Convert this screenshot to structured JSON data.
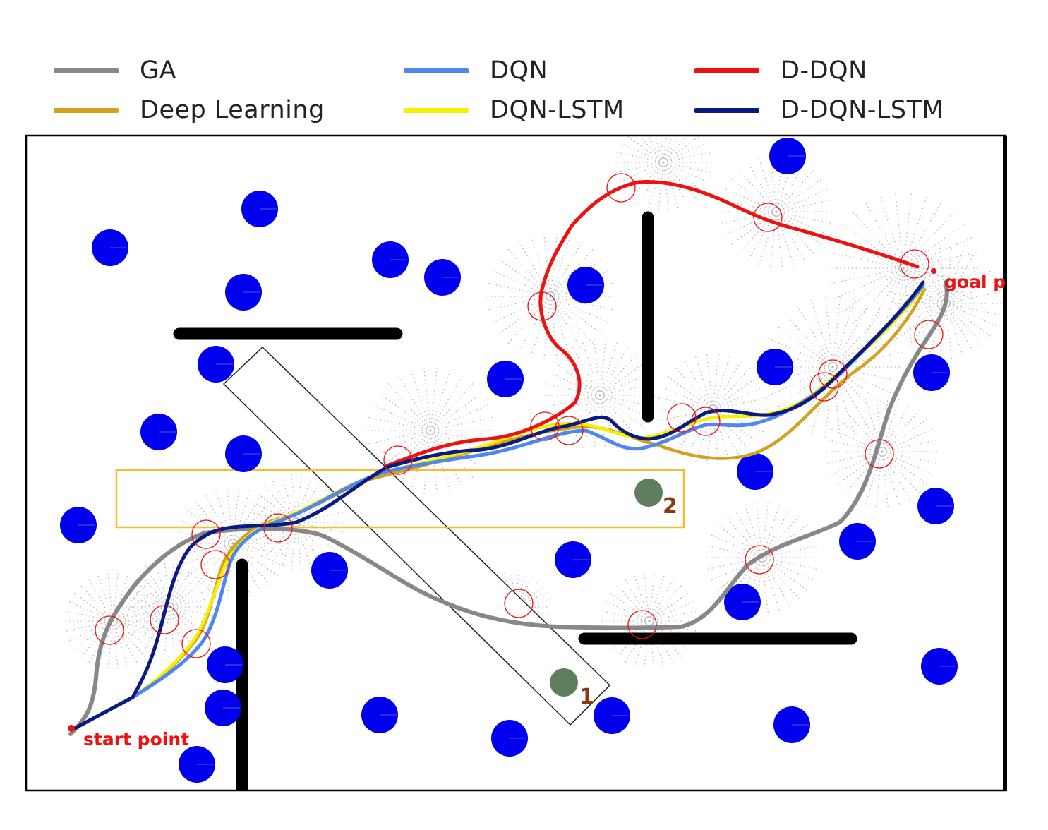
{
  "legend": {
    "items": [
      {
        "label": "GA",
        "color": "#888888"
      },
      {
        "label": "DQN",
        "color": "#4f86f0"
      },
      {
        "label": "D-DQN",
        "color": "#ee1111"
      },
      {
        "label": "Deep Learning",
        "color": "#d4a020"
      },
      {
        "label": "DQN-LSTM",
        "color": "#f5f000"
      },
      {
        "label": "D-DQN-LSTM",
        "color": "#0a1a80"
      }
    ]
  },
  "annotations": {
    "start_label": "start point",
    "goal_label": "goal p",
    "moving_obstacle_1": "1",
    "moving_obstacle_2": "2"
  },
  "colors": {
    "obstacle": "#0000ee",
    "wall": "#000000",
    "moving_obstacle": "#5e7e5e",
    "zone_1_border": "#222222",
    "zone_2_border": "#f0c030",
    "annotation": "#ee1111",
    "moving_label": "#8a3a10"
  }
}
